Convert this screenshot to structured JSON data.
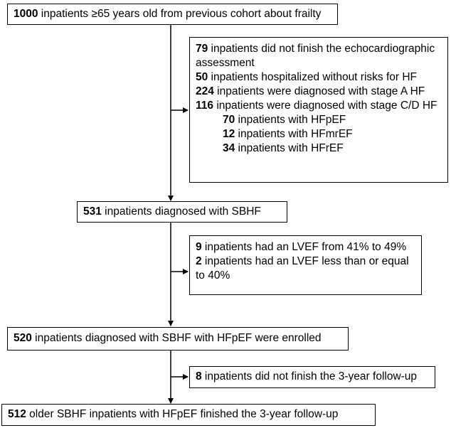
{
  "boxes": {
    "start": {
      "num": "1000",
      "text": " inpatients ≥65 years old from previous cohort about frailty"
    },
    "excl1": {
      "items": [
        {
          "num": "79",
          "text": "  inpatients did not finish the echocardiographic assessment"
        },
        {
          "num": "50",
          "text": "  inpatients hospitalized without risks for HF"
        },
        {
          "num": "224",
          "text": " inpatients were diagnosed with stage A HF"
        },
        {
          "num": "116",
          "text": " inpatients were diagnosed with stage C/D HF"
        }
      ],
      "subitems": [
        {
          "num": "70",
          "text": " inpatients with HFpEF"
        },
        {
          "num": "12",
          "text": " inpatients with HFmrEF"
        },
        {
          "num": "34",
          "text": " inpatients with HFrEF"
        }
      ]
    },
    "sbhf": {
      "num": "531",
      "text": " inpatients diagnosed with SBHF"
    },
    "excl2": {
      "items": [
        {
          "num": "9",
          "text": " inpatients had an LVEF from 41% to 49%"
        },
        {
          "num": "2",
          "text": " inpatients had an LVEF less than or equal to 40%"
        }
      ]
    },
    "enrolled": {
      "num": "520",
      "text": " inpatients diagnosed with  SBHF with HFpEF were enrolled"
    },
    "excl3": {
      "num": "8",
      "text": " inpatients did not finish the 3-year follow-up"
    },
    "final": {
      "num": "512",
      "text": " older SBHF inpatients with HFpEF finished the 3-year follow-up"
    }
  },
  "colors": {
    "border": "#000000",
    "text": "#000000",
    "background": "#ffffff"
  }
}
